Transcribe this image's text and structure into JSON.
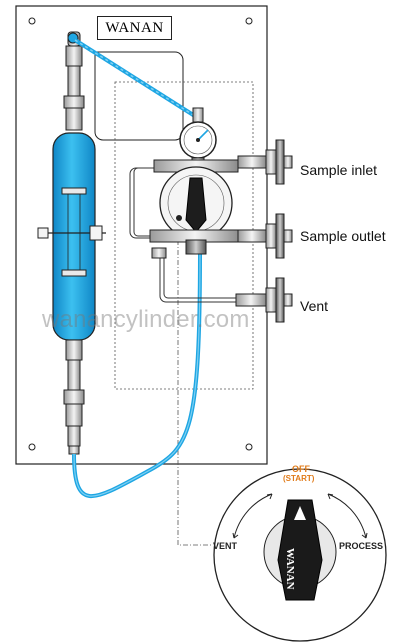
{
  "brand": "WANAN",
  "labels": {
    "sample_inlet": "Sample inlet",
    "sample_outlet": "Sample outlet",
    "vent": "Vent"
  },
  "watermark": "wanancylinder.com",
  "dial": {
    "off": "OFF",
    "start": "(START)",
    "vent": "VENT",
    "process": "PROCESS",
    "handle_text": "WANAN"
  },
  "colors": {
    "fluid": "#1ea6e3",
    "fluid_light": "#7fd0f2",
    "line": "#222222",
    "accent": "#e07b1a"
  }
}
